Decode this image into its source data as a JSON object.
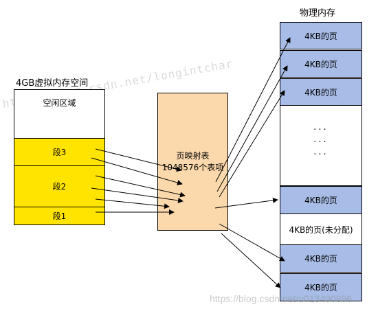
{
  "virtual_memory": {
    "title": "4GB虚拟内存空间",
    "free_area": "空闲区域",
    "segments": [
      "段3",
      "段2",
      "段1"
    ]
  },
  "page_table": {
    "title": "页映射表",
    "entries": "1048576个表项"
  },
  "physical_memory": {
    "title": "物理内存",
    "pages": [
      {
        "label": "4KB的页",
        "allocated": true
      },
      {
        "label": "4KB的页",
        "allocated": true
      },
      {
        "label": "4KB的页",
        "allocated": true
      },
      {
        "label": "4KB的页",
        "allocated": true
      },
      {
        "label": "4KB的页(未分配)",
        "allocated": false
      },
      {
        "label": "4KB的页",
        "allocated": true
      },
      {
        "label": "4KB的页",
        "allocated": true
      }
    ],
    "ellipsis": "···"
  },
  "watermarks": {
    "diagonal": "http://blog.csdn.net/longintchar",
    "footer": "https://blog.csdn.net/u013490896"
  },
  "colors": {
    "segment": "#ffe400",
    "page_table": "#fcd9ac",
    "allocated_page": "#a7bce6",
    "unallocated_page": "#ffffff"
  }
}
